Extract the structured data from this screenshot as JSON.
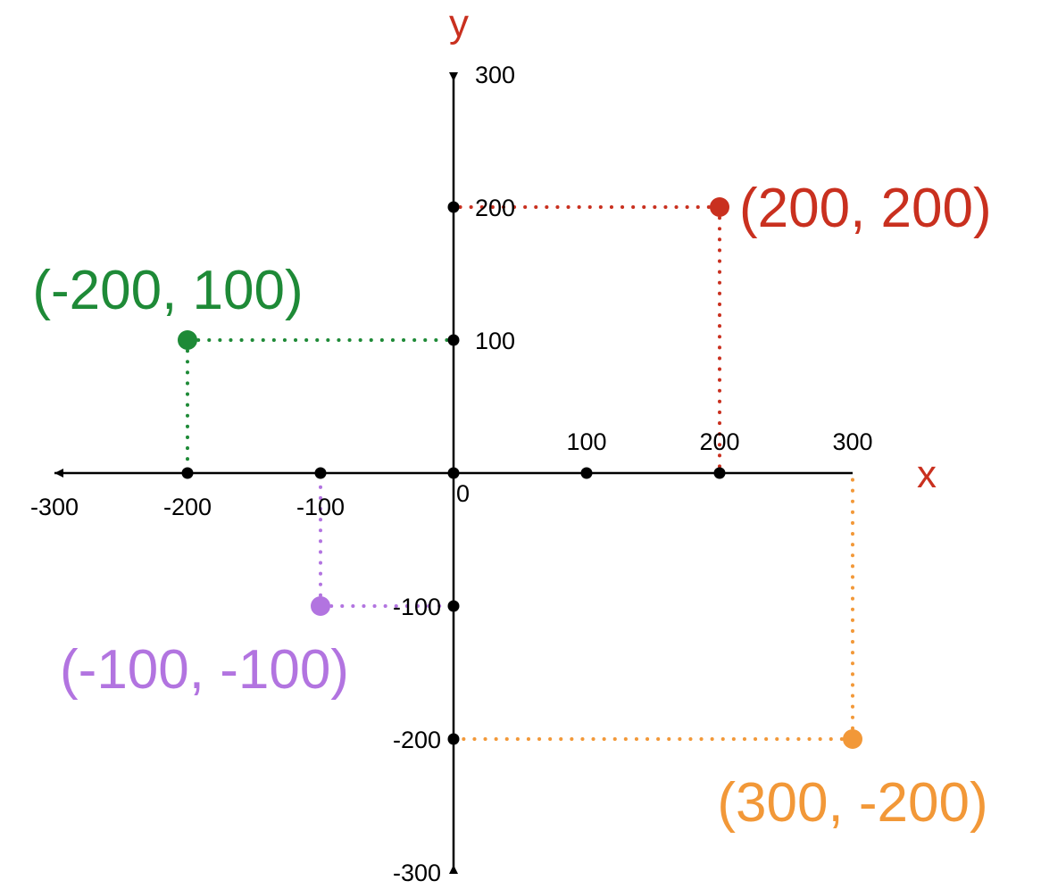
{
  "chart_data": {
    "type": "scatter",
    "title": "",
    "xlabel": "x",
    "ylabel": "y",
    "xlim": [
      -300,
      300
    ],
    "ylim": [
      -300,
      300
    ],
    "grid": false,
    "origin_label": "0",
    "axis_label_color": "#c9301f",
    "x_ticks": [
      {
        "value": -300,
        "label": "-300"
      },
      {
        "value": -200,
        "label": "-200"
      },
      {
        "value": -100,
        "label": "-100"
      },
      {
        "value": 100,
        "label": "100"
      },
      {
        "value": 200,
        "label": "200"
      },
      {
        "value": 300,
        "label": "300"
      }
    ],
    "y_ticks": [
      {
        "value": 300,
        "label": "300"
      },
      {
        "value": 200,
        "label": "200"
      },
      {
        "value": 100,
        "label": "100"
      },
      {
        "value": -100,
        "label": "-100"
      },
      {
        "value": -200,
        "label": "-200"
      },
      {
        "value": -300,
        "label": "-300"
      }
    ],
    "points": [
      {
        "x": 200,
        "y": 200,
        "label": "(200, 200)",
        "color": "#c9301f"
      },
      {
        "x": -200,
        "y": 100,
        "label": "(-200, 100)",
        "color": "#1e8a37"
      },
      {
        "x": -100,
        "y": -100,
        "label": "(-100, -100)",
        "color": "#b274e0"
      },
      {
        "x": 300,
        "y": -200,
        "label": "(300, -200)",
        "color": "#f29838"
      }
    ]
  }
}
